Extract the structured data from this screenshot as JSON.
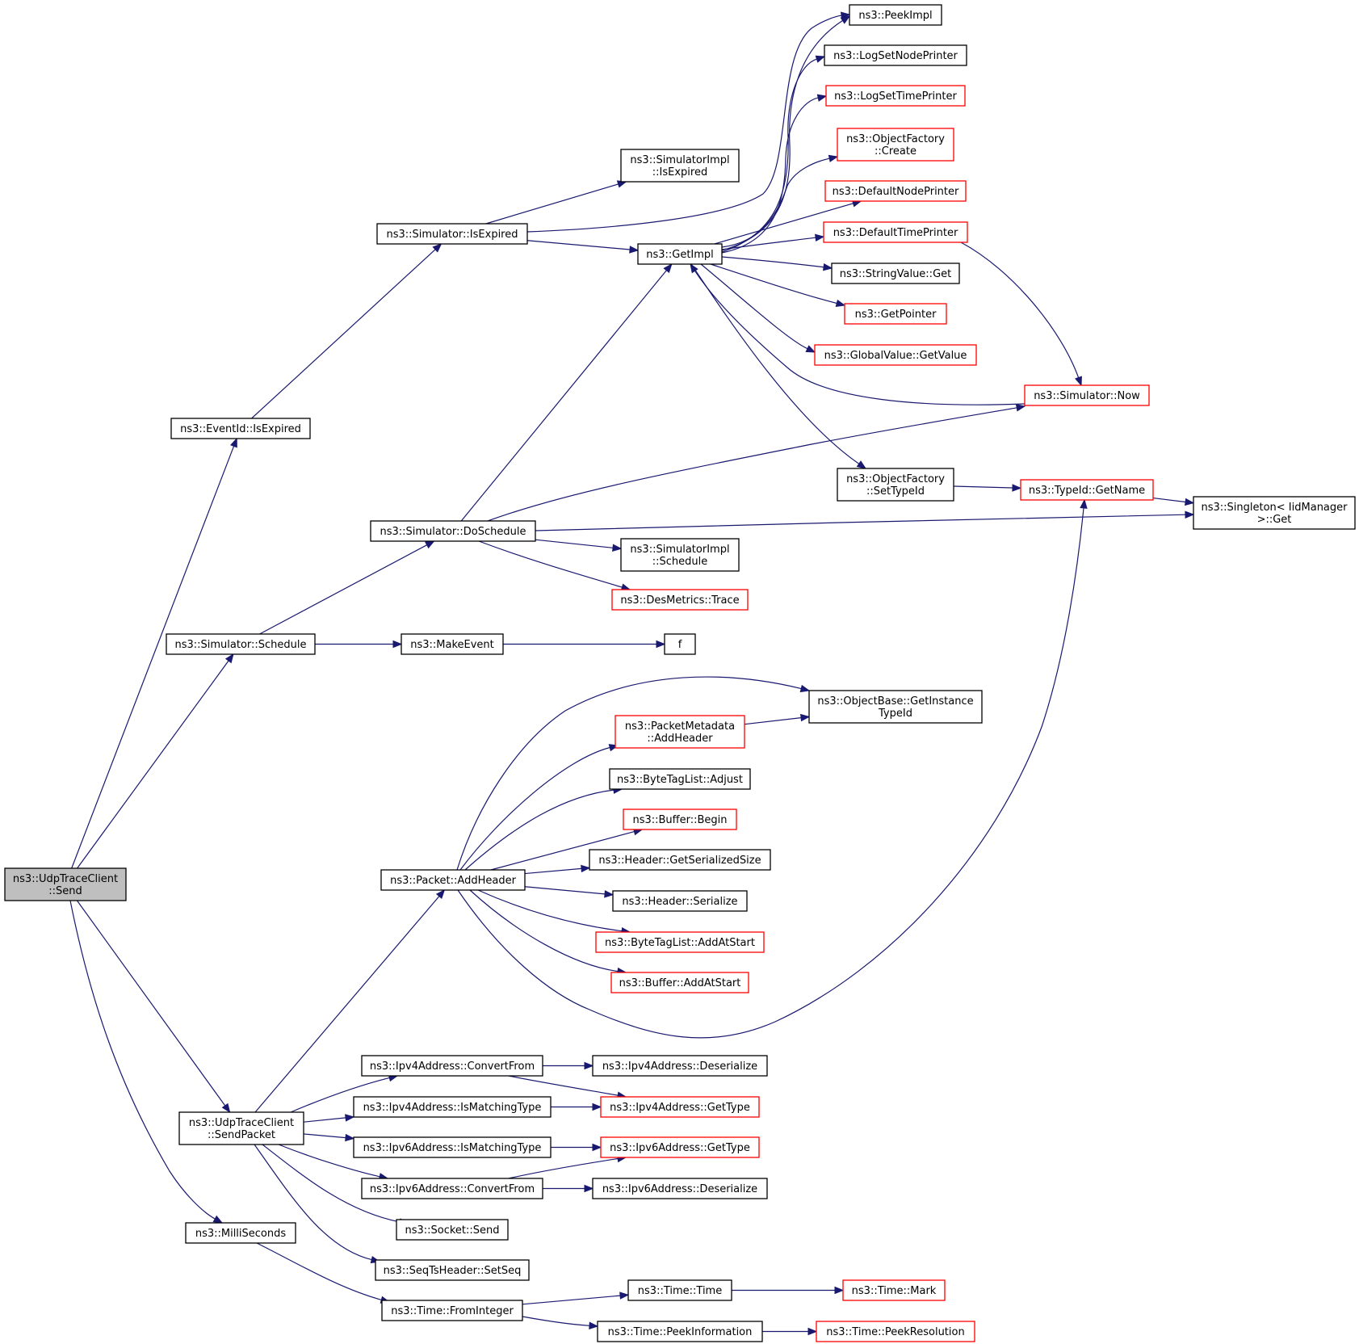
{
  "colors": {
    "edge": "#191970",
    "border_documented": "#000000",
    "border_truncated": "#ff0000",
    "fill_focus": "#bfbfbf",
    "fill_default": "#ffffff"
  },
  "nodes": [
    {
      "id": "send",
      "lines": [
        "ns3::UdpTraceClient",
        "::Send"
      ],
      "style": "focus"
    },
    {
      "id": "eventid_isexpired",
      "lines": [
        "ns3::EventId::IsExpired"
      ],
      "style": "black"
    },
    {
      "id": "sim_schedule",
      "lines": [
        "ns3::Simulator::Schedule"
      ],
      "style": "black"
    },
    {
      "id": "sendpacket",
      "lines": [
        "ns3::UdpTraceClient",
        "::SendPacket"
      ],
      "style": "black"
    },
    {
      "id": "milliseconds",
      "lines": [
        "ns3::MilliSeconds"
      ],
      "style": "black"
    },
    {
      "id": "sim_isexpired",
      "lines": [
        "ns3::Simulator::IsExpired"
      ],
      "style": "black"
    },
    {
      "id": "sim_doschedule",
      "lines": [
        "ns3::Simulator::DoSchedule"
      ],
      "style": "black"
    },
    {
      "id": "makeevent",
      "lines": [
        "ns3::MakeEvent"
      ],
      "style": "black"
    },
    {
      "id": "packet_addheader",
      "lines": [
        "ns3::Packet::AddHeader"
      ],
      "style": "black"
    },
    {
      "id": "ipv4_convertfrom",
      "lines": [
        "ns3::Ipv4Address::ConvertFrom"
      ],
      "style": "black"
    },
    {
      "id": "ipv4_ismatching",
      "lines": [
        "ns3::Ipv4Address::IsMatchingType"
      ],
      "style": "black"
    },
    {
      "id": "ipv6_ismatching",
      "lines": [
        "ns3::Ipv6Address::IsMatchingType"
      ],
      "style": "black"
    },
    {
      "id": "ipv6_convertfrom",
      "lines": [
        "ns3::Ipv6Address::ConvertFrom"
      ],
      "style": "black"
    },
    {
      "id": "socket_send",
      "lines": [
        "ns3::Socket::Send"
      ],
      "style": "black"
    },
    {
      "id": "seqts_setseq",
      "lines": [
        "ns3::SeqTsHeader::SetSeq"
      ],
      "style": "black"
    },
    {
      "id": "time_frominteger",
      "lines": [
        "ns3::Time::FromInteger"
      ],
      "style": "black"
    },
    {
      "id": "simimpl_isexpired",
      "lines": [
        "ns3::SimulatorImpl",
        "::IsExpired"
      ],
      "style": "black"
    },
    {
      "id": "getimpl",
      "lines": [
        "ns3::GetImpl"
      ],
      "style": "black"
    },
    {
      "id": "simimpl_schedule",
      "lines": [
        "ns3::SimulatorImpl",
        "::Schedule"
      ],
      "style": "black"
    },
    {
      "id": "desmetrics_trace",
      "lines": [
        "ns3::DesMetrics::Trace"
      ],
      "style": "red"
    },
    {
      "id": "f",
      "lines": [
        "f"
      ],
      "style": "black"
    },
    {
      "id": "pktmeta_addheader",
      "lines": [
        "ns3::PacketMetadata",
        "::AddHeader"
      ],
      "style": "red"
    },
    {
      "id": "bytetaglist_adjust",
      "lines": [
        "ns3::ByteTagList::Adjust"
      ],
      "style": "black"
    },
    {
      "id": "buffer_begin",
      "lines": [
        "ns3::Buffer::Begin"
      ],
      "style": "red"
    },
    {
      "id": "header_getsersize",
      "lines": [
        "ns3::Header::GetSerializedSize"
      ],
      "style": "black"
    },
    {
      "id": "header_serialize",
      "lines": [
        "ns3::Header::Serialize"
      ],
      "style": "black"
    },
    {
      "id": "bytetaglist_addatstart",
      "lines": [
        "ns3::ByteTagList::AddAtStart"
      ],
      "style": "red"
    },
    {
      "id": "buffer_addatstart",
      "lines": [
        "ns3::Buffer::AddAtStart"
      ],
      "style": "red"
    },
    {
      "id": "ipv4_deserialize",
      "lines": [
        "ns3::Ipv4Address::Deserialize"
      ],
      "style": "black"
    },
    {
      "id": "ipv4_gettype",
      "lines": [
        "ns3::Ipv4Address::GetType"
      ],
      "style": "red"
    },
    {
      "id": "ipv6_gettype",
      "lines": [
        "ns3::Ipv6Address::GetType"
      ],
      "style": "red"
    },
    {
      "id": "ipv6_deserialize",
      "lines": [
        "ns3::Ipv6Address::Deserialize"
      ],
      "style": "black"
    },
    {
      "id": "time_time",
      "lines": [
        "ns3::Time::Time"
      ],
      "style": "black"
    },
    {
      "id": "time_peekinfo",
      "lines": [
        "ns3::Time::PeekInformation"
      ],
      "style": "black"
    },
    {
      "id": "peekimpl",
      "lines": [
        "ns3::PeekImpl"
      ],
      "style": "black"
    },
    {
      "id": "logsetnodeprinter",
      "lines": [
        "ns3::LogSetNodePrinter"
      ],
      "style": "black"
    },
    {
      "id": "logsettimeprinter",
      "lines": [
        "ns3::LogSetTimePrinter"
      ],
      "style": "red"
    },
    {
      "id": "objfactory_create",
      "lines": [
        "ns3::ObjectFactory",
        "::Create"
      ],
      "style": "red"
    },
    {
      "id": "defaultnodeprinter",
      "lines": [
        "ns3::DefaultNodePrinter"
      ],
      "style": "red"
    },
    {
      "id": "defaulttimeprinter",
      "lines": [
        "ns3::DefaultTimePrinter"
      ],
      "style": "red"
    },
    {
      "id": "stringvalue_get",
      "lines": [
        "ns3::StringValue::Get"
      ],
      "style": "black"
    },
    {
      "id": "getpointer",
      "lines": [
        "ns3::GetPointer"
      ],
      "style": "red"
    },
    {
      "id": "globalvalue_getvalue",
      "lines": [
        "ns3::GlobalValue::GetValue"
      ],
      "style": "red"
    },
    {
      "id": "simulator_now",
      "lines": [
        "ns3::Simulator::Now"
      ],
      "style": "red"
    },
    {
      "id": "objfactory_settypeid",
      "lines": [
        "ns3::ObjectFactory",
        "::SetTypeId"
      ],
      "style": "black"
    },
    {
      "id": "typeid_getname",
      "lines": [
        "ns3::TypeId::GetName"
      ],
      "style": "red"
    },
    {
      "id": "singleton_get",
      "lines": [
        "ns3::Singleton< IidManager",
        " >::Get"
      ],
      "style": "black"
    },
    {
      "id": "objbase_getinstancetypeid",
      "lines": [
        "ns3::ObjectBase::GetInstance",
        "TypeId"
      ],
      "style": "black"
    },
    {
      "id": "time_mark",
      "lines": [
        "ns3::Time::Mark"
      ],
      "style": "red"
    },
    {
      "id": "time_peekresolution",
      "lines": [
        "ns3::Time::PeekResolution"
      ],
      "style": "red"
    }
  ],
  "edges": [
    [
      "send",
      "eventid_isexpired"
    ],
    [
      "send",
      "sim_schedule"
    ],
    [
      "send",
      "sendpacket"
    ],
    [
      "send",
      "milliseconds"
    ],
    [
      "eventid_isexpired",
      "sim_isexpired"
    ],
    [
      "sim_isexpired",
      "simimpl_isexpired"
    ],
    [
      "sim_isexpired",
      "getimpl"
    ],
    [
      "sim_isexpired",
      "peekimpl"
    ],
    [
      "sim_schedule",
      "sim_doschedule"
    ],
    [
      "sim_schedule",
      "makeevent"
    ],
    [
      "sim_doschedule",
      "getimpl"
    ],
    [
      "sim_doschedule",
      "simulator_now"
    ],
    [
      "sim_doschedule",
      "singleton_get"
    ],
    [
      "sim_doschedule",
      "simimpl_schedule"
    ],
    [
      "sim_doschedule",
      "desmetrics_trace"
    ],
    [
      "makeevent",
      "f"
    ],
    [
      "getimpl",
      "peekimpl"
    ],
    [
      "getimpl",
      "logsetnodeprinter"
    ],
    [
      "getimpl",
      "logsettimeprinter"
    ],
    [
      "getimpl",
      "objfactory_create"
    ],
    [
      "getimpl",
      "defaultnodeprinter"
    ],
    [
      "getimpl",
      "defaulttimeprinter"
    ],
    [
      "getimpl",
      "stringvalue_get"
    ],
    [
      "getimpl",
      "getpointer"
    ],
    [
      "getimpl",
      "globalvalue_getvalue"
    ],
    [
      "getimpl",
      "objfactory_settypeid"
    ],
    [
      "defaulttimeprinter",
      "simulator_now"
    ],
    [
      "simulator_now",
      "getimpl"
    ],
    [
      "objfactory_settypeid",
      "typeid_getname"
    ],
    [
      "typeid_getname",
      "singleton_get"
    ],
    [
      "sendpacket",
      "packet_addheader"
    ],
    [
      "sendpacket",
      "ipv4_convertfrom"
    ],
    [
      "sendpacket",
      "ipv4_ismatching"
    ],
    [
      "sendpacket",
      "ipv6_ismatching"
    ],
    [
      "sendpacket",
      "ipv6_convertfrom"
    ],
    [
      "sendpacket",
      "socket_send"
    ],
    [
      "sendpacket",
      "seqts_setseq"
    ],
    [
      "packet_addheader",
      "objbase_getinstancetypeid"
    ],
    [
      "packet_addheader",
      "pktmeta_addheader"
    ],
    [
      "packet_addheader",
      "bytetaglist_adjust"
    ],
    [
      "packet_addheader",
      "buffer_begin"
    ],
    [
      "packet_addheader",
      "header_getsersize"
    ],
    [
      "packet_addheader",
      "header_serialize"
    ],
    [
      "packet_addheader",
      "bytetaglist_addatstart"
    ],
    [
      "packet_addheader",
      "buffer_addatstart"
    ],
    [
      "packet_addheader",
      "typeid_getname"
    ],
    [
      "pktmeta_addheader",
      "objbase_getinstancetypeid"
    ],
    [
      "ipv4_convertfrom",
      "ipv4_deserialize"
    ],
    [
      "ipv4_convertfrom",
      "ipv4_gettype"
    ],
    [
      "ipv4_ismatching",
      "ipv4_gettype"
    ],
    [
      "ipv6_ismatching",
      "ipv6_gettype"
    ],
    [
      "ipv6_convertfrom",
      "ipv6_deserialize"
    ],
    [
      "ipv6_convertfrom",
      "ipv6_gettype"
    ],
    [
      "milliseconds",
      "time_frominteger"
    ],
    [
      "time_frominteger",
      "time_time"
    ],
    [
      "time_frominteger",
      "time_peekinfo"
    ],
    [
      "time_time",
      "time_mark"
    ],
    [
      "time_peekinfo",
      "time_peekresolution"
    ]
  ]
}
